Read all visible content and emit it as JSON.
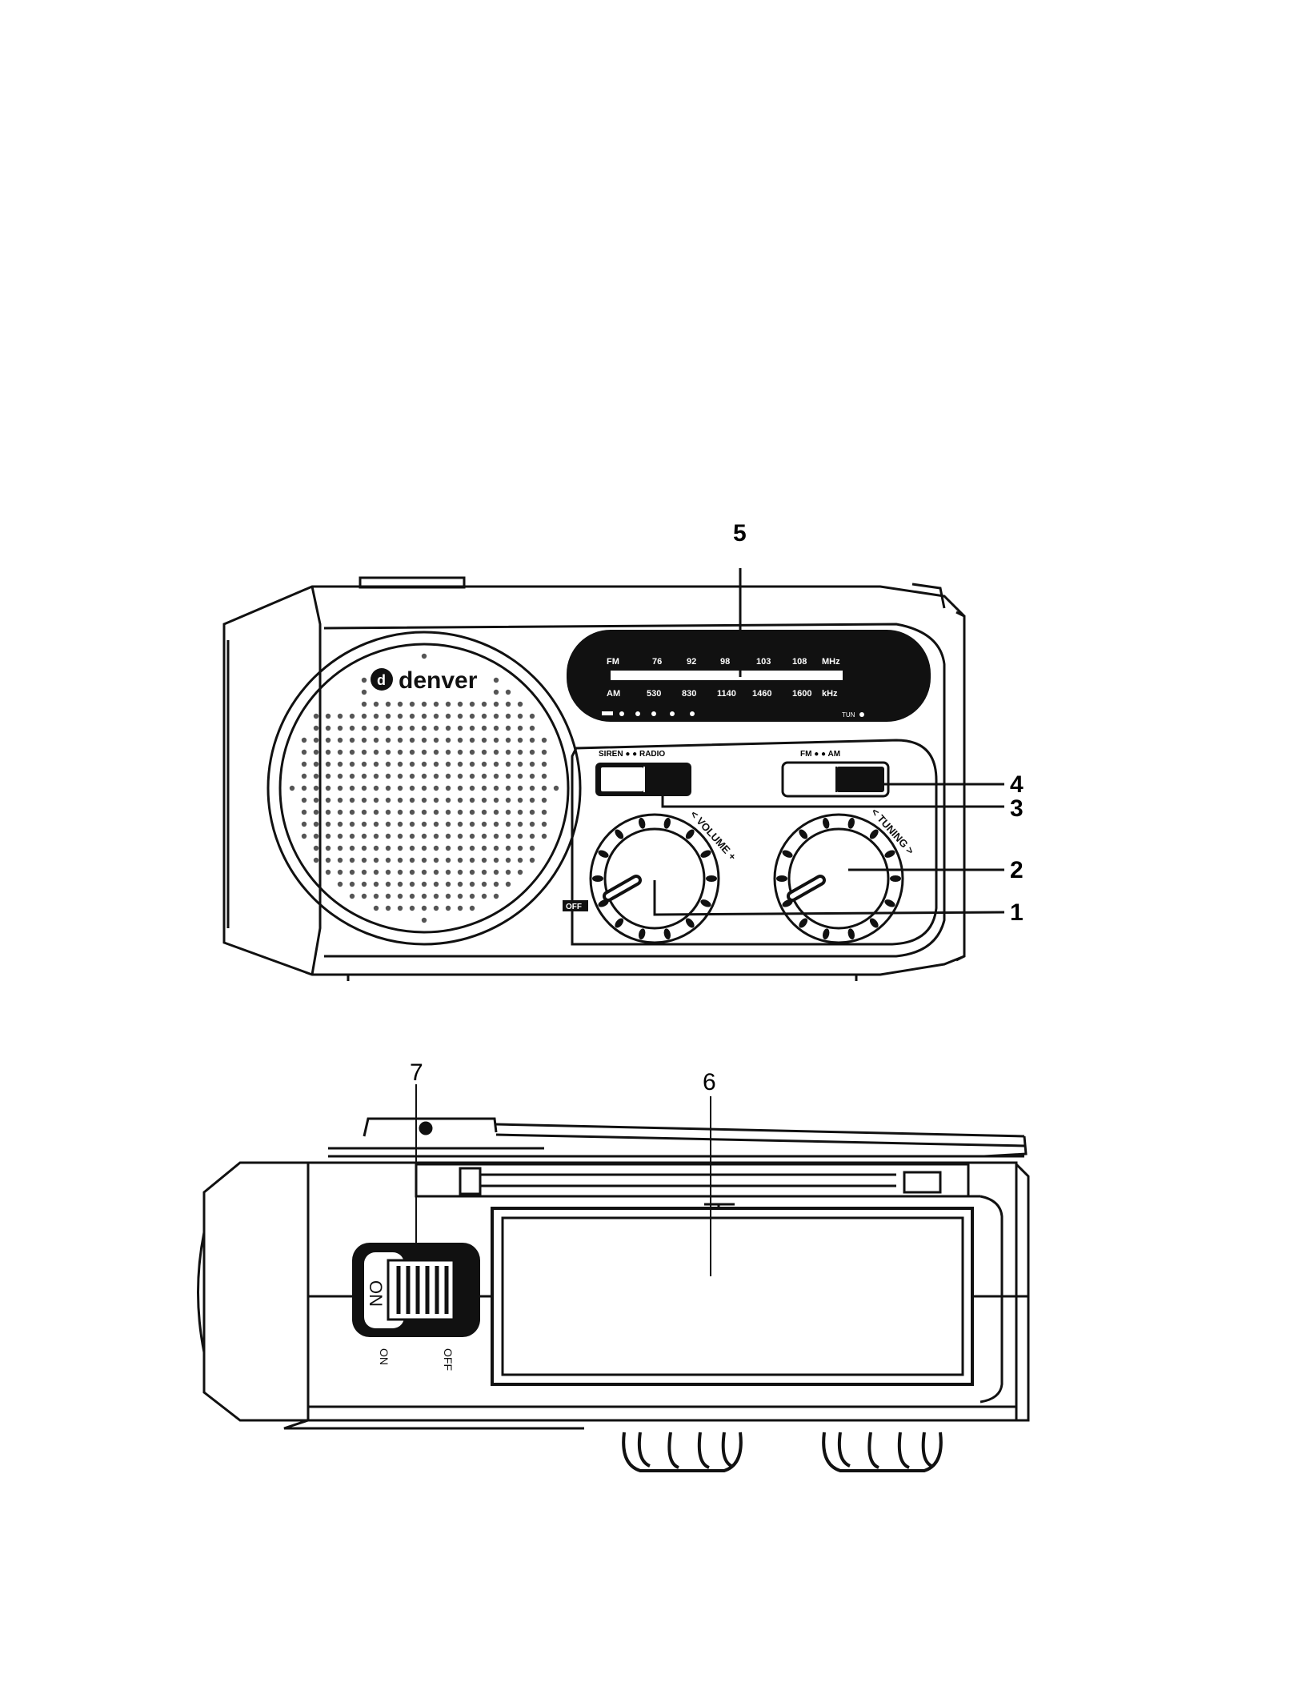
{
  "figure": {
    "front_view": {
      "brand": "denver",
      "dial": {
        "fm_label": "FM",
        "fm_ticks": [
          "76",
          "92",
          "98",
          "103",
          "108"
        ],
        "fm_unit": "MHz",
        "am_label": "AM",
        "am_ticks": [
          "530",
          "830",
          "1140",
          "1460",
          "1600"
        ],
        "am_unit": "kHz",
        "tuning_indicator": "TUN"
      },
      "switch_siren_radio": "SIREN ● ● RADIO",
      "switch_fm_am": "FM ●    ● AM",
      "volume_label": "< VOLUME +",
      "tuning_label": "< TUNING >",
      "off_label": "OFF"
    },
    "top_view": {
      "switch_label_on": "ON",
      "switch_off": "OFF",
      "switch_on": "ON"
    },
    "callouts": [
      "1",
      "2",
      "3",
      "4",
      "5",
      "6",
      "7"
    ]
  }
}
